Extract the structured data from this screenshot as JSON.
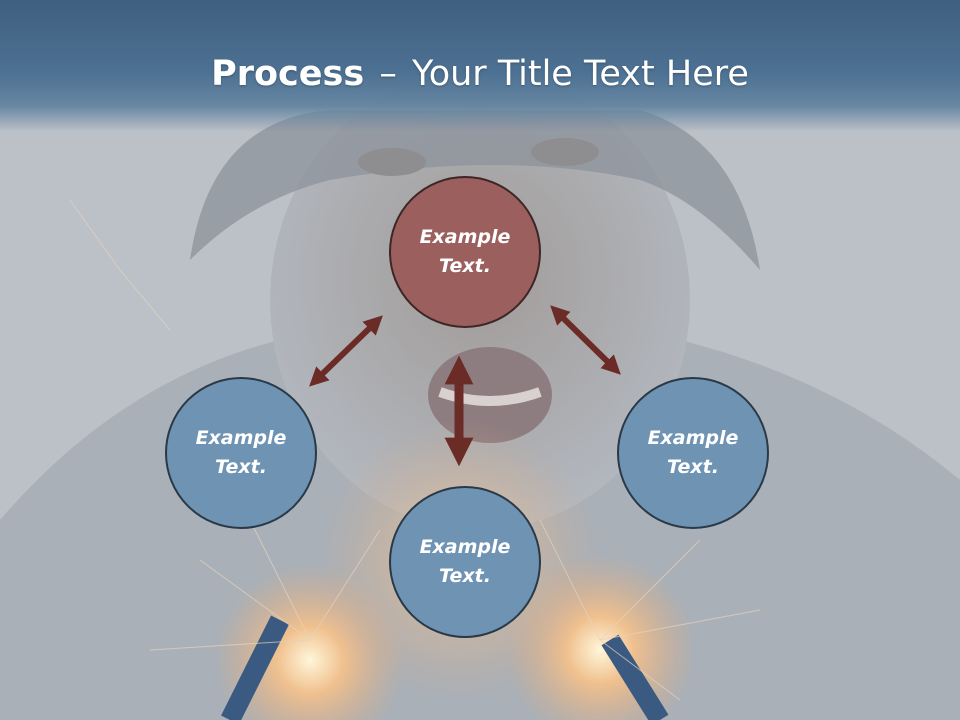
{
  "slide": {
    "title_bold": "Process",
    "title_dash": "–",
    "title_rest": "Your Title Text Here"
  },
  "diagram": {
    "nodes": {
      "top": "Example Text.",
      "left": "Example Text.",
      "bottom": "Example Text.",
      "right": "Example Text."
    }
  },
  "colors": {
    "header": "#4d7193",
    "top_node": "#9b5f5e",
    "blue_node": "#6f93b2",
    "arrow": "#6b2b26"
  }
}
